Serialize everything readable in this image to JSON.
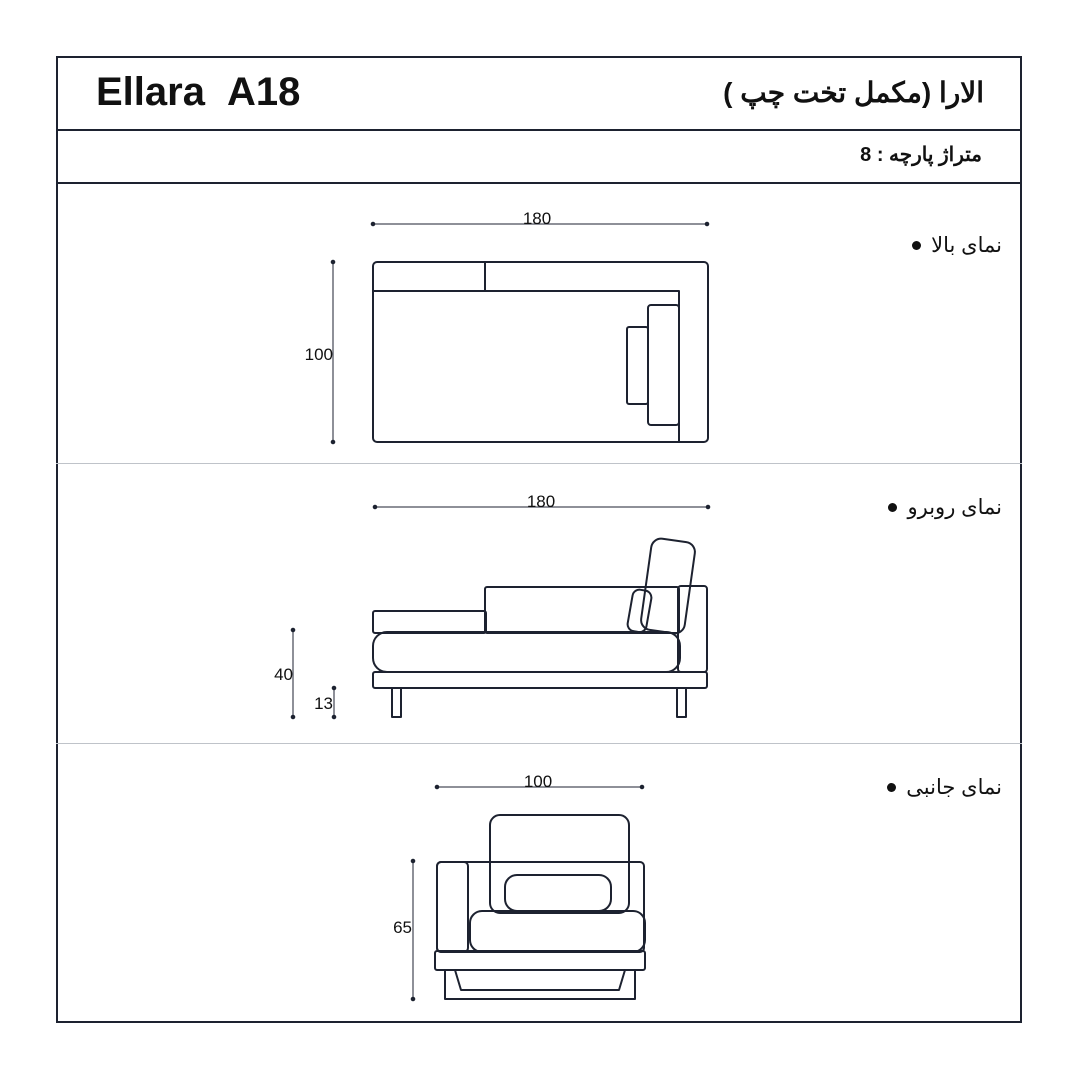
{
  "header": {
    "brand": "Ellara",
    "model": "A18",
    "title_fa": "الارا (مکمل تخت چپ )"
  },
  "meterage": "متراژ پارچه : 8",
  "views": {
    "top": {
      "label": "نمای بالا",
      "width": "180",
      "depth": "100"
    },
    "front": {
      "label": "نمای روبرو",
      "width": "180",
      "seat_height": "40",
      "leg_height": "13"
    },
    "side": {
      "label": "نمای جانبی",
      "depth": "100",
      "height": "65"
    }
  },
  "colors": {
    "stroke": "#1d2230",
    "divider": "#bfc3c9"
  }
}
